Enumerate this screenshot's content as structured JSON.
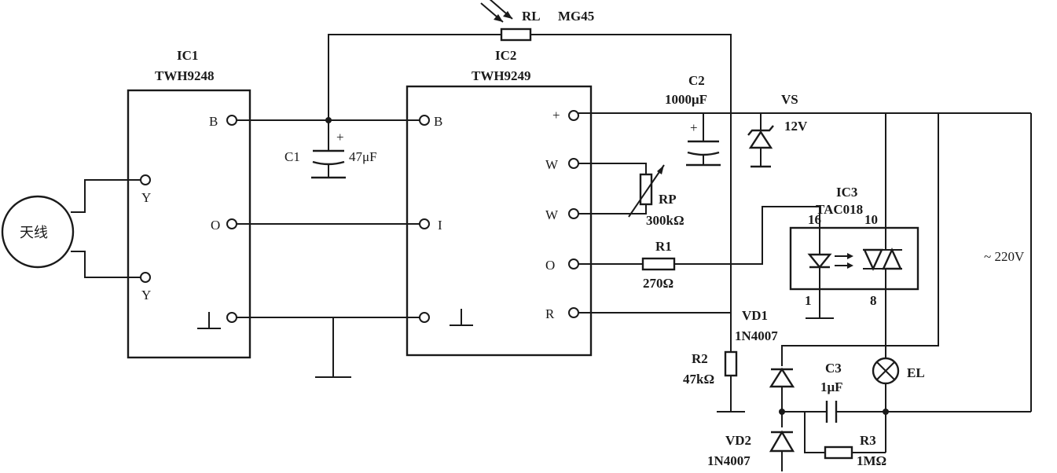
{
  "ic1": {
    "name": "IC1",
    "part": "TWH9248",
    "pins": {
      "b": "B",
      "o": "O",
      "y1": "Y",
      "y2": "Y"
    }
  },
  "ic2": {
    "name": "IC2",
    "part": "TWH9249",
    "pins": {
      "b": "B",
      "i": "I",
      "plus": "+",
      "w1": "W",
      "w2": "W",
      "o": "O",
      "r": "R"
    }
  },
  "ic3": {
    "name": "IC3",
    "part": "TAC018",
    "pins": {
      "p16": "16",
      "p10": "10",
      "p1": "1",
      "p8": "8"
    }
  },
  "antenna": {
    "label": "天线"
  },
  "rl": {
    "ref": "RL",
    "part": "MG45"
  },
  "c1": {
    "ref": "C1",
    "value": "47μF",
    "polarity": "+"
  },
  "c2": {
    "ref": "C2",
    "value": "1000μF",
    "polarity": "+"
  },
  "c3": {
    "ref": "C3",
    "value": "1μF"
  },
  "vs": {
    "ref": "VS",
    "value": "12V"
  },
  "rp": {
    "ref": "RP",
    "value": "300kΩ"
  },
  "r1": {
    "ref": "R1",
    "value": "270Ω"
  },
  "r2": {
    "ref": "R2",
    "value": "47kΩ"
  },
  "r3": {
    "ref": "R3",
    "value": "1MΩ"
  },
  "vd1": {
    "ref": "VD1",
    "part": "1N4007"
  },
  "vd2": {
    "ref": "VD2",
    "part": "1N4007"
  },
  "el": {
    "ref": "EL"
  },
  "supply": {
    "label": "~ 220V"
  },
  "colors": {
    "ink": "#1a1a1a",
    "paper": "#ffffff"
  }
}
